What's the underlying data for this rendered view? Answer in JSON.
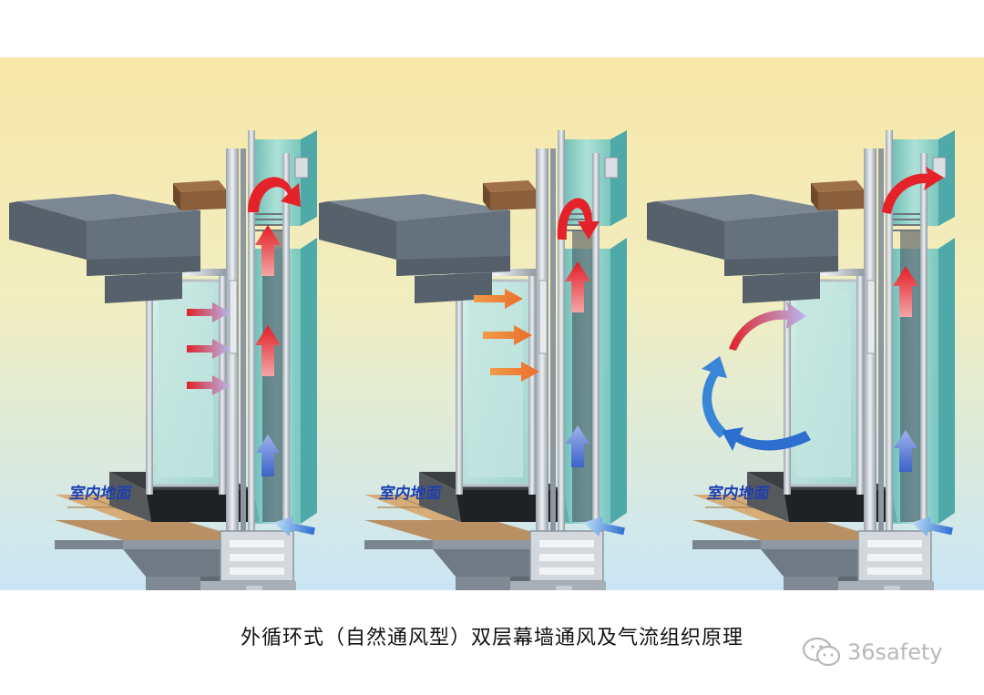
{
  "caption": "外循环式（自然通风型）双层幕墙通风及气流组织原理",
  "panels": [
    {
      "floor_label": "室内地面"
    },
    {
      "floor_label": "室内地面"
    },
    {
      "floor_label": "室内地面"
    }
  ],
  "watermark": {
    "text": "36safety",
    "icon": "wechat-icon"
  },
  "colors": {
    "bg_top": "#f8e7a8",
    "bg_bottom": "#cfe8f5",
    "hot_air": "#e8202a",
    "warm_air": "#f08a2a",
    "cool_air": "#3a7fd0",
    "glass": "#7cc9c4",
    "concrete": "#6c7784",
    "floor": "#c9a06a"
  }
}
